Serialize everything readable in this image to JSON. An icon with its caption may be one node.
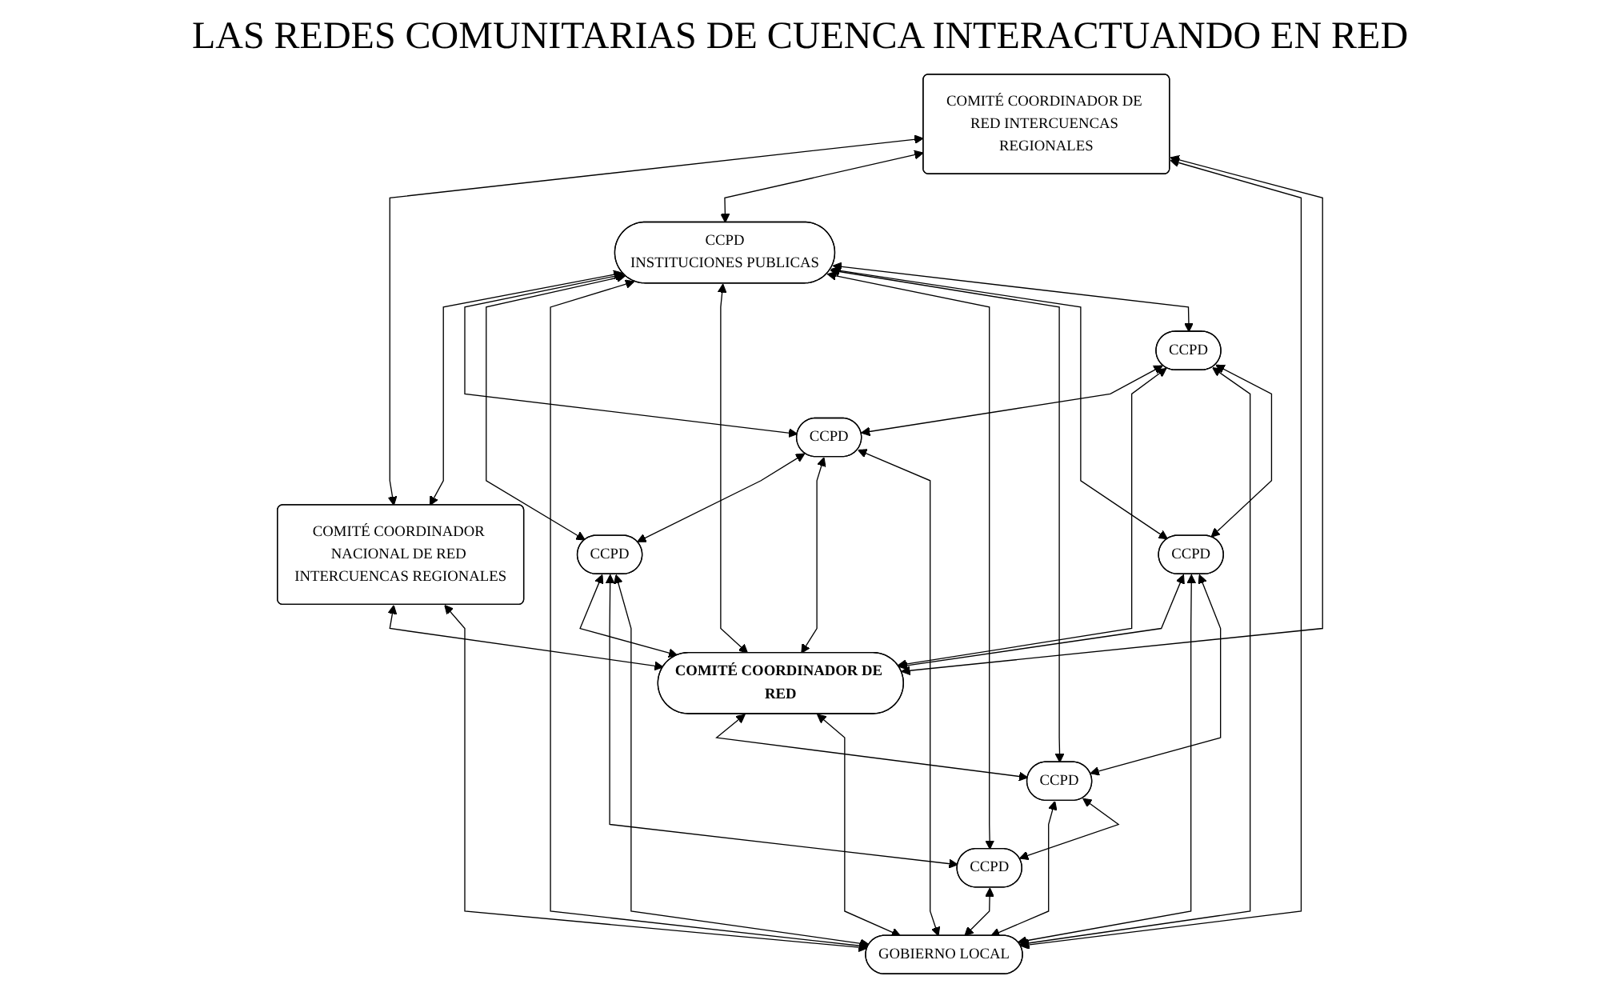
{
  "diagram": {
    "title": "LAS REDES COMUNITARIAS DE CUENCA INTERACTUANDO EN RED",
    "nodes": [
      {
        "text": [
          "COMITÉ COORDINADOR DE RED INTERCUENCAS REGIONALES"
        ]
      },
      {
        "text": [
          "COMITÉ COORDINADOR NACIONAL DE RED INTERCUENCAS REGIONALES"
        ]
      },
      {
        "text": [
          "CCPD",
          "INSTITUCIONES PUBLICAS"
        ]
      },
      {
        "text": [
          "CCPD"
        ]
      },
      {
        "text": [
          "CCPD"
        ]
      },
      {
        "text": [
          "GOBIERNO LOCAL"
        ]
      },
      {
        "text": [
          "COMITÉ COORDINADOR DE RED"
        ]
      },
      {
        "text": [
          "CCPD"
        ]
      },
      {
        "text": [
          "CCPD"
        ]
      },
      {
        "text": [
          "CCPD"
        ]
      },
      {
        "text": [
          "CCPD"
        ]
      }
    ],
    "edges": [
      {
        "from": 0,
        "to": 1,
        "arrow": "both"
      },
      {
        "from": 0,
        "to": 2,
        "arrow": "both"
      },
      {
        "from": 2,
        "to": 1,
        "arrow": "both"
      },
      {
        "from": 0,
        "to": 5,
        "arrow": "both"
      },
      {
        "from": 0,
        "to": 6,
        "arrow": "both"
      },
      {
        "from": 2,
        "to": 3,
        "arrow": "both"
      },
      {
        "from": 2,
        "to": 4,
        "arrow": "both"
      },
      {
        "from": 3,
        "to": 4,
        "arrow": "both"
      },
      {
        "from": 2,
        "to": 5,
        "arrow": "both"
      },
      {
        "from": 3,
        "to": 6,
        "arrow": "both"
      },
      {
        "from": 1,
        "to": 6,
        "arrow": "both"
      },
      {
        "from": 4,
        "to": 6,
        "arrow": "both"
      },
      {
        "from": 4,
        "to": 10,
        "arrow": "both"
      },
      {
        "from": 4,
        "to": 5,
        "arrow": "both"
      },
      {
        "from": 1,
        "to": 5,
        "arrow": "both"
      },
      {
        "from": 3,
        "to": 5,
        "arrow": "both"
      },
      {
        "from": 2,
        "to": 6,
        "arrow": "both"
      },
      {
        "from": 2,
        "to": 10,
        "arrow": "both"
      },
      {
        "from": 2,
        "to": 9,
        "arrow": "both"
      },
      {
        "from": 2,
        "to": 8,
        "arrow": "both"
      },
      {
        "from": 2,
        "to": 7,
        "arrow": "both"
      },
      {
        "from": 7,
        "to": 3,
        "arrow": "both"
      },
      {
        "from": 7,
        "to": 6,
        "arrow": "both"
      },
      {
        "from": 7,
        "to": 5,
        "arrow": "both"
      },
      {
        "from": 7,
        "to": 8,
        "arrow": "both"
      },
      {
        "from": 8,
        "to": 6,
        "arrow": "both"
      },
      {
        "from": 8,
        "to": 5,
        "arrow": "both"
      },
      {
        "from": 8,
        "to": 9,
        "arrow": "both"
      },
      {
        "from": 6,
        "to": 9,
        "arrow": "both"
      },
      {
        "from": 6,
        "to": 5,
        "arrow": "both"
      },
      {
        "from": 9,
        "to": 5,
        "arrow": "both"
      },
      {
        "from": 10,
        "to": 5,
        "arrow": "both"
      },
      {
        "from": 9,
        "to": 10,
        "arrow": "both"
      }
    ]
  }
}
